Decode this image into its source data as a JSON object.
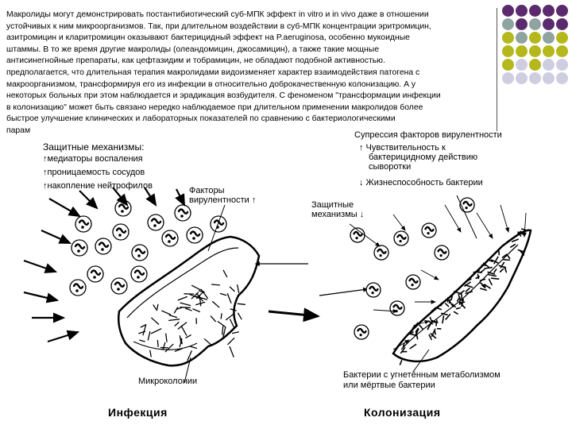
{
  "paragraph": "Макролиды могут демонстрировать постантибиотический суб-МПК эффект in vitro и in vivo даже в отношении\nустойчивых к ним микроорганизмов. Так, при длительном воздействии в суб-МПК концентрации эритромицин,\nазитромицин и кларитромицин оказывают бактерицидный эффект на P.aeruginosa, особенно мукоидные\nштаммы. В то же время другие макролиды (олеандомицин, джосамицин), а также такие мощные\nантисинегнойные препараты, как цефтазидим и тобрамицин, не обладают подобной активностью.\nпредполагается, что длительная терапия макролидами видоизменяет характер взаимодействия патогена с\nмакроорганизмом, трансформируя его из инфекции в относительно доброкачественную колонизацию. А у\nнекоторых больных при этом наблюдается и эрадикация возбудителя. С феноменом \"трансформации инфекции\nв колонизацию\" может быть связано нередко наблюдаемое при длительном применении макролидов более\nбыстрое улучшение клинических и лабораторных показателей по сравнению с бактериологическими\nпарам",
  "palette": {
    "purple": "#5b2a6e",
    "teal": "#8fa3a1",
    "olive": "#b5b81c",
    "lavender": "#cfcde0"
  },
  "dot_rows": [
    [
      "purple",
      "purple",
      "purple",
      "purple",
      "purple"
    ],
    [
      "teal",
      "purple",
      "teal",
      "purple",
      "purple"
    ],
    [
      "olive",
      "teal",
      "olive",
      "teal",
      "olive"
    ],
    [
      "olive",
      "olive",
      "olive",
      "olive",
      "olive"
    ],
    [
      "olive",
      "lavender",
      "olive",
      "lavender",
      "lavender"
    ],
    [
      "lavender",
      "lavender",
      "lavender",
      "lavender",
      "lavender"
    ]
  ],
  "left": {
    "defense_title": "Защитные механизмы:",
    "defense_items": [
      "медиаторы воспаления",
      "проницаемость сосудов",
      "накопление нейтрофилов"
    ],
    "arrow_up": "↑",
    "virulence_line1": "Факторы",
    "virulence_line2": "вирулентности ↑",
    "microcolony": "Микроколонии",
    "caption": "Инфекция"
  },
  "right": {
    "suppression_title": "Супрессия факторов вирулентности",
    "sensitivity_line1": "↑ Чувствительность к",
    "sensitivity_line2": "бактерицидному действию",
    "sensitivity_line3": "сыворотки",
    "viability": "↓ Жизнеспособность бактерии",
    "defense_line1": "Защитные",
    "defense_line2": "механизмы ↓",
    "bacteria_line1": "Бактерии с угнетённым метаболизмом",
    "bacteria_line2": "или мёртвые бактерии",
    "caption": "Колонизация"
  }
}
